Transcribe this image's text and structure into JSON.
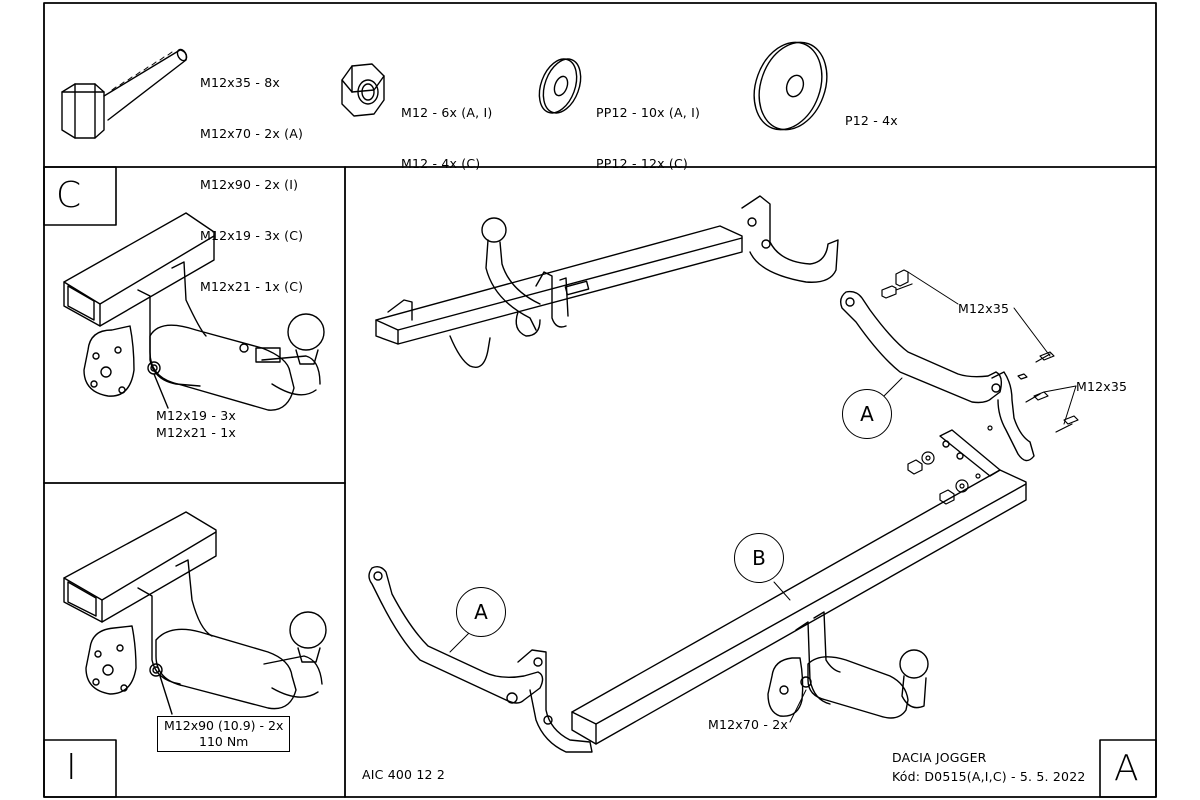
{
  "hardware": {
    "bolts": [
      "M12x35 - 8x",
      "M12x70 - 2x (A)",
      "M12x90 - 2x (I)",
      "M12x19 - 3x (C)",
      "M12x21 - 1x (C)"
    ],
    "nuts": [
      "M12 - 6x (A, I)",
      "M12 - 4x (C)"
    ],
    "washers": [
      "PP12 - 10x (A, I)",
      "PP12 - 12x (C)"
    ],
    "plates": [
      "P12 - 4x"
    ]
  },
  "panel_c": {
    "letter": "C",
    "label1": "M12x19 - 3x",
    "label2": "M12x21 - 1x"
  },
  "panel_i": {
    "letter": "I",
    "label1": "M12x90 (10.9) - 2x",
    "label2": "110 Nm"
  },
  "main": {
    "letter": "A",
    "bolt_label_top": "M12x35",
    "bolt_label_right": "M12x35",
    "callout_a_upper": "A",
    "callout_a_lower": "A",
    "callout_b": "B",
    "bolt_label_bottom": "M12x70 - 2x",
    "product_code": "AIC 400 12 2",
    "vehicle": "DACIA JOGGER",
    "code_line": "Kód: D0515(A,I,C) - 5. 5. 2022"
  }
}
